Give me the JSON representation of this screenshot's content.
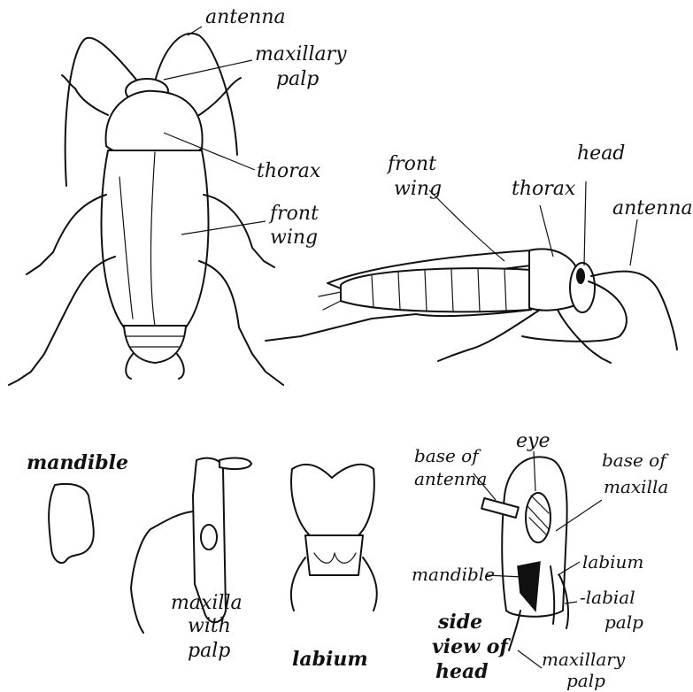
{
  "labels": {
    "top_view": {
      "antenna": "antenna",
      "maxillary_palp_1": "maxillary",
      "maxillary_palp_2": "palp",
      "thorax": "thorax",
      "front_wing_1": "front",
      "front_wing_2": "wing"
    },
    "side_view": {
      "front_wing_1": "front",
      "front_wing_2": "wing",
      "thorax": "thorax",
      "head": "head",
      "antenna": "antenna"
    },
    "mouthparts": {
      "mandible": "mandible",
      "maxilla_1": "maxilla",
      "maxilla_2": "with",
      "maxilla_3": "palp",
      "labium": "labium"
    },
    "head_side": {
      "base_of_antenna_1": "base of",
      "base_of_antenna_2": "antenna",
      "eye": "eye",
      "base_of_maxilla_1": "base of",
      "base_of_maxilla_2": "maxilla",
      "mandible": "mandible",
      "labium": "labium",
      "labial_palp_1": "-labial",
      "labial_palp_2": "palp",
      "maxillary_palp_1": "maxillary",
      "maxillary_palp_2": "palp",
      "caption_1": "side",
      "caption_2": "view of",
      "caption_3": "head"
    }
  }
}
